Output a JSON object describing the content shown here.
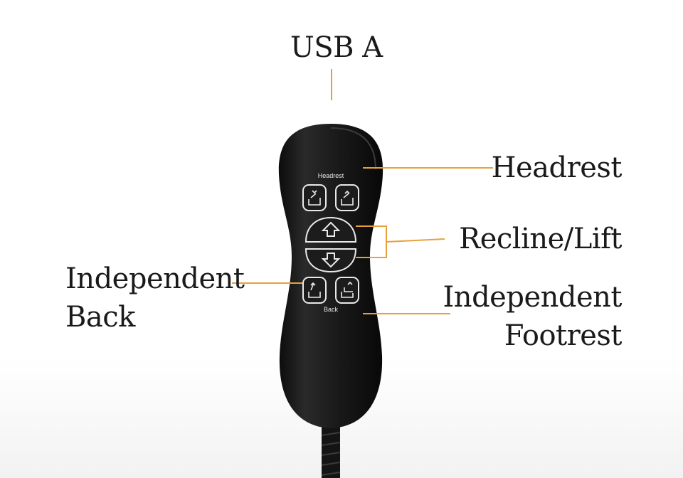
{
  "callouts": {
    "usb": "USB A",
    "headrest": "Headrest",
    "recline_lift": "Recline/Lift",
    "independent_back_line1": "Independent",
    "independent_back_line2": "Back",
    "independent_footrest_line1": "Independent",
    "independent_footrest_line2": "Footrest"
  },
  "remote": {
    "headrest_label": "Headrest",
    "back_label": "Back"
  },
  "colors": {
    "leader_line": "#e8a13a",
    "remote_body": "#151515",
    "button_outline": "#e9e9e9",
    "label_text": "#1a1a1a"
  },
  "icons": [
    "headrest-up-icon",
    "headrest-down-icon",
    "recline-up-arrow-icon",
    "recline-down-arrow-icon",
    "back-icon",
    "footrest-icon"
  ]
}
